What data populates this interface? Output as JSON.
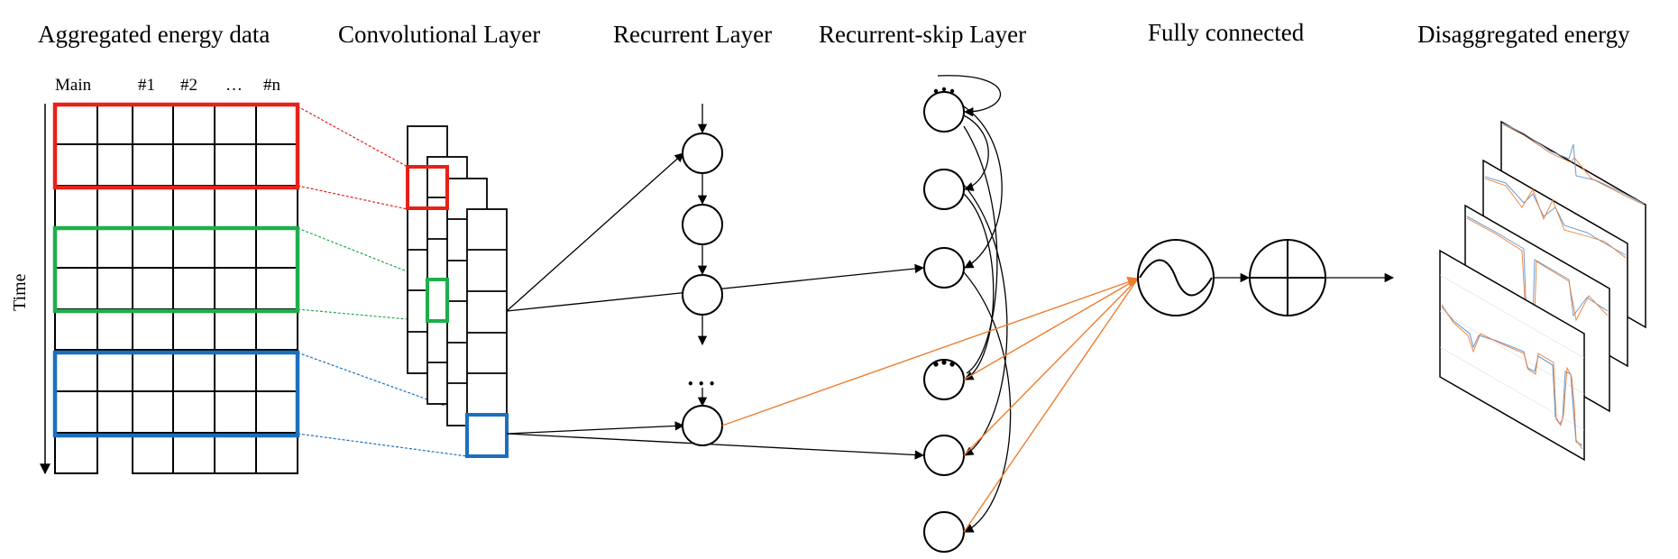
{
  "titles": {
    "input": "Aggregated energy data",
    "conv": "Convolutional Layer",
    "recurrent": "Recurrent Layer",
    "skip": "Recurrent-skip Layer",
    "fc": "Fully connected",
    "output": "Disaggregated energy"
  },
  "column_labels": [
    "Main",
    "#1",
    "#2",
    "…",
    "#n"
  ],
  "time_label": "Time",
  "ellipsis": "• • •",
  "colors": {
    "red": "#E8201A",
    "green": "#1FAE4B",
    "blue": "#1B6FBE",
    "orange": "#ED7D31",
    "line_blue": "#6C9BD2"
  }
}
